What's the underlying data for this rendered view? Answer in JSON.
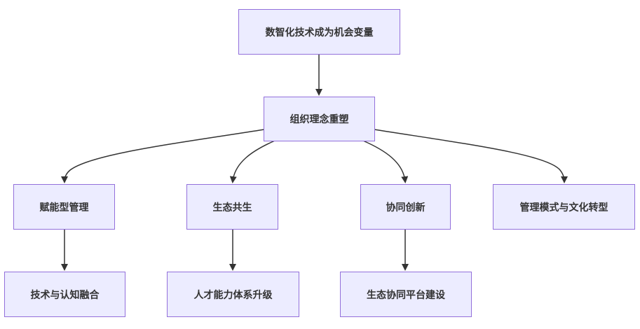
{
  "diagram": {
    "nodes": {
      "root": "数智化技术成为机会变量",
      "org_reshape": "组织理念重塑",
      "empower_mgmt": "赋能型管理",
      "eco_symbiosis": "生态共生",
      "collab_innovation": "协同创新",
      "mgmt_culture_transform": "管理模式与文化转型",
      "tech_cognition": "技术与认知融合",
      "talent_upgrade": "人才能力体系升级",
      "eco_platform": "生态协同平台建设"
    }
  }
}
